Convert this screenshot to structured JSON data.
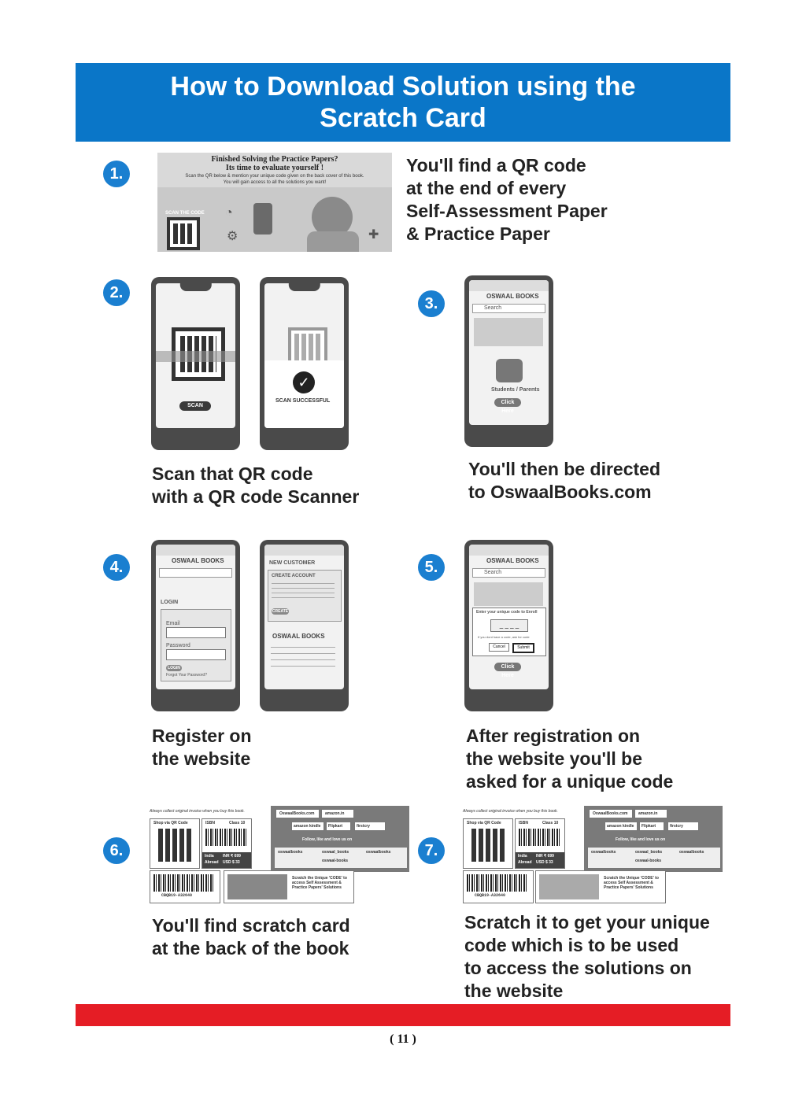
{
  "banner": {
    "line1": "How to Download Solution using the",
    "line2": "Scratch Card"
  },
  "steps": [
    {
      "num": "1.",
      "caption": [
        "You'll find a QR code",
        "at the end of every",
        "Self-Assessment Paper",
        "& Practice Paper"
      ]
    },
    {
      "num": "2.",
      "caption": [
        "Scan that QR code",
        "with a QR code Scanner"
      ]
    },
    {
      "num": "3.",
      "caption": [
        "You'll then be directed",
        "to OswaalBooks.com"
      ]
    },
    {
      "num": "4.",
      "caption": [
        "Register on",
        "the website"
      ]
    },
    {
      "num": "5.",
      "caption": [
        "After registration on",
        "the website you'll be",
        "asked for a unique code"
      ]
    },
    {
      "num": "6.",
      "caption": [
        "You'll find scratch card",
        "at the back of the book"
      ]
    },
    {
      "num": "7.",
      "caption": [
        "Scratch it to get your unique",
        "code which is to be used",
        "to access the solutions on",
        "the website"
      ]
    }
  ],
  "illustration": {
    "title1": "Finished Solving the Practice Papers?",
    "title2": "Its time to evaluate yourself !",
    "sub1": "Scan the QR below & mention your unique code given on the back cover of this book.",
    "sub2": "You will gain access to all the solutions you want!",
    "scan_label": "SCAN THE CODE"
  },
  "phones": {
    "scan_button": "SCAN",
    "scan_success": "SCAN SUCCESSFUL",
    "site_logo": "OSWAAL BOOKS",
    "search_placeholder": "Search",
    "students_parents": "Students / Parents",
    "click_here": "Click Here",
    "login": "LOGIN",
    "email": "Email",
    "password": "Password",
    "forgot": "Forgot Your Password?",
    "new_customer": "NEW CUSTOMER",
    "create_account": "CREATE ACCOUNT",
    "create_btn": "CREATE",
    "enter_code": "Enter your unique code to Enroll",
    "no_code": "If you dont have a code, ask for code",
    "cancel": "Cancel",
    "submit": "Submit"
  },
  "backcover": {
    "note": "Always collect original invoice when you buy this book.",
    "shop_qr": "Shop via QR Code",
    "isbn": "ISBN",
    "class": "Class 10",
    "india": "India",
    "inr": "INR ₹ 699",
    "abroad": "Abroad",
    "usd": "USD $ 33",
    "site": "OswaalBooks.com",
    "amazon": "amazon.in",
    "kindle": "amazon kindle",
    "flipkart": "Flipkart",
    "firstcry": "firstcry",
    "follow": "Follow, like and love us on",
    "scratch_text": "Scratch the Unique 'CODE' to access Self Assessment & Practice Papers' Solutions",
    "code": "CBQB19-A32640",
    "handle1": "oswaalbooks",
    "handle2": "oswaal_books",
    "handle3": "oswaalbooks",
    "handle4": "oswaal-books"
  },
  "page_number": "( 11 )",
  "colors": {
    "banner": "#0a76c8",
    "number_circle": "#1a7fd0",
    "footer_bar": "#e51d25"
  }
}
